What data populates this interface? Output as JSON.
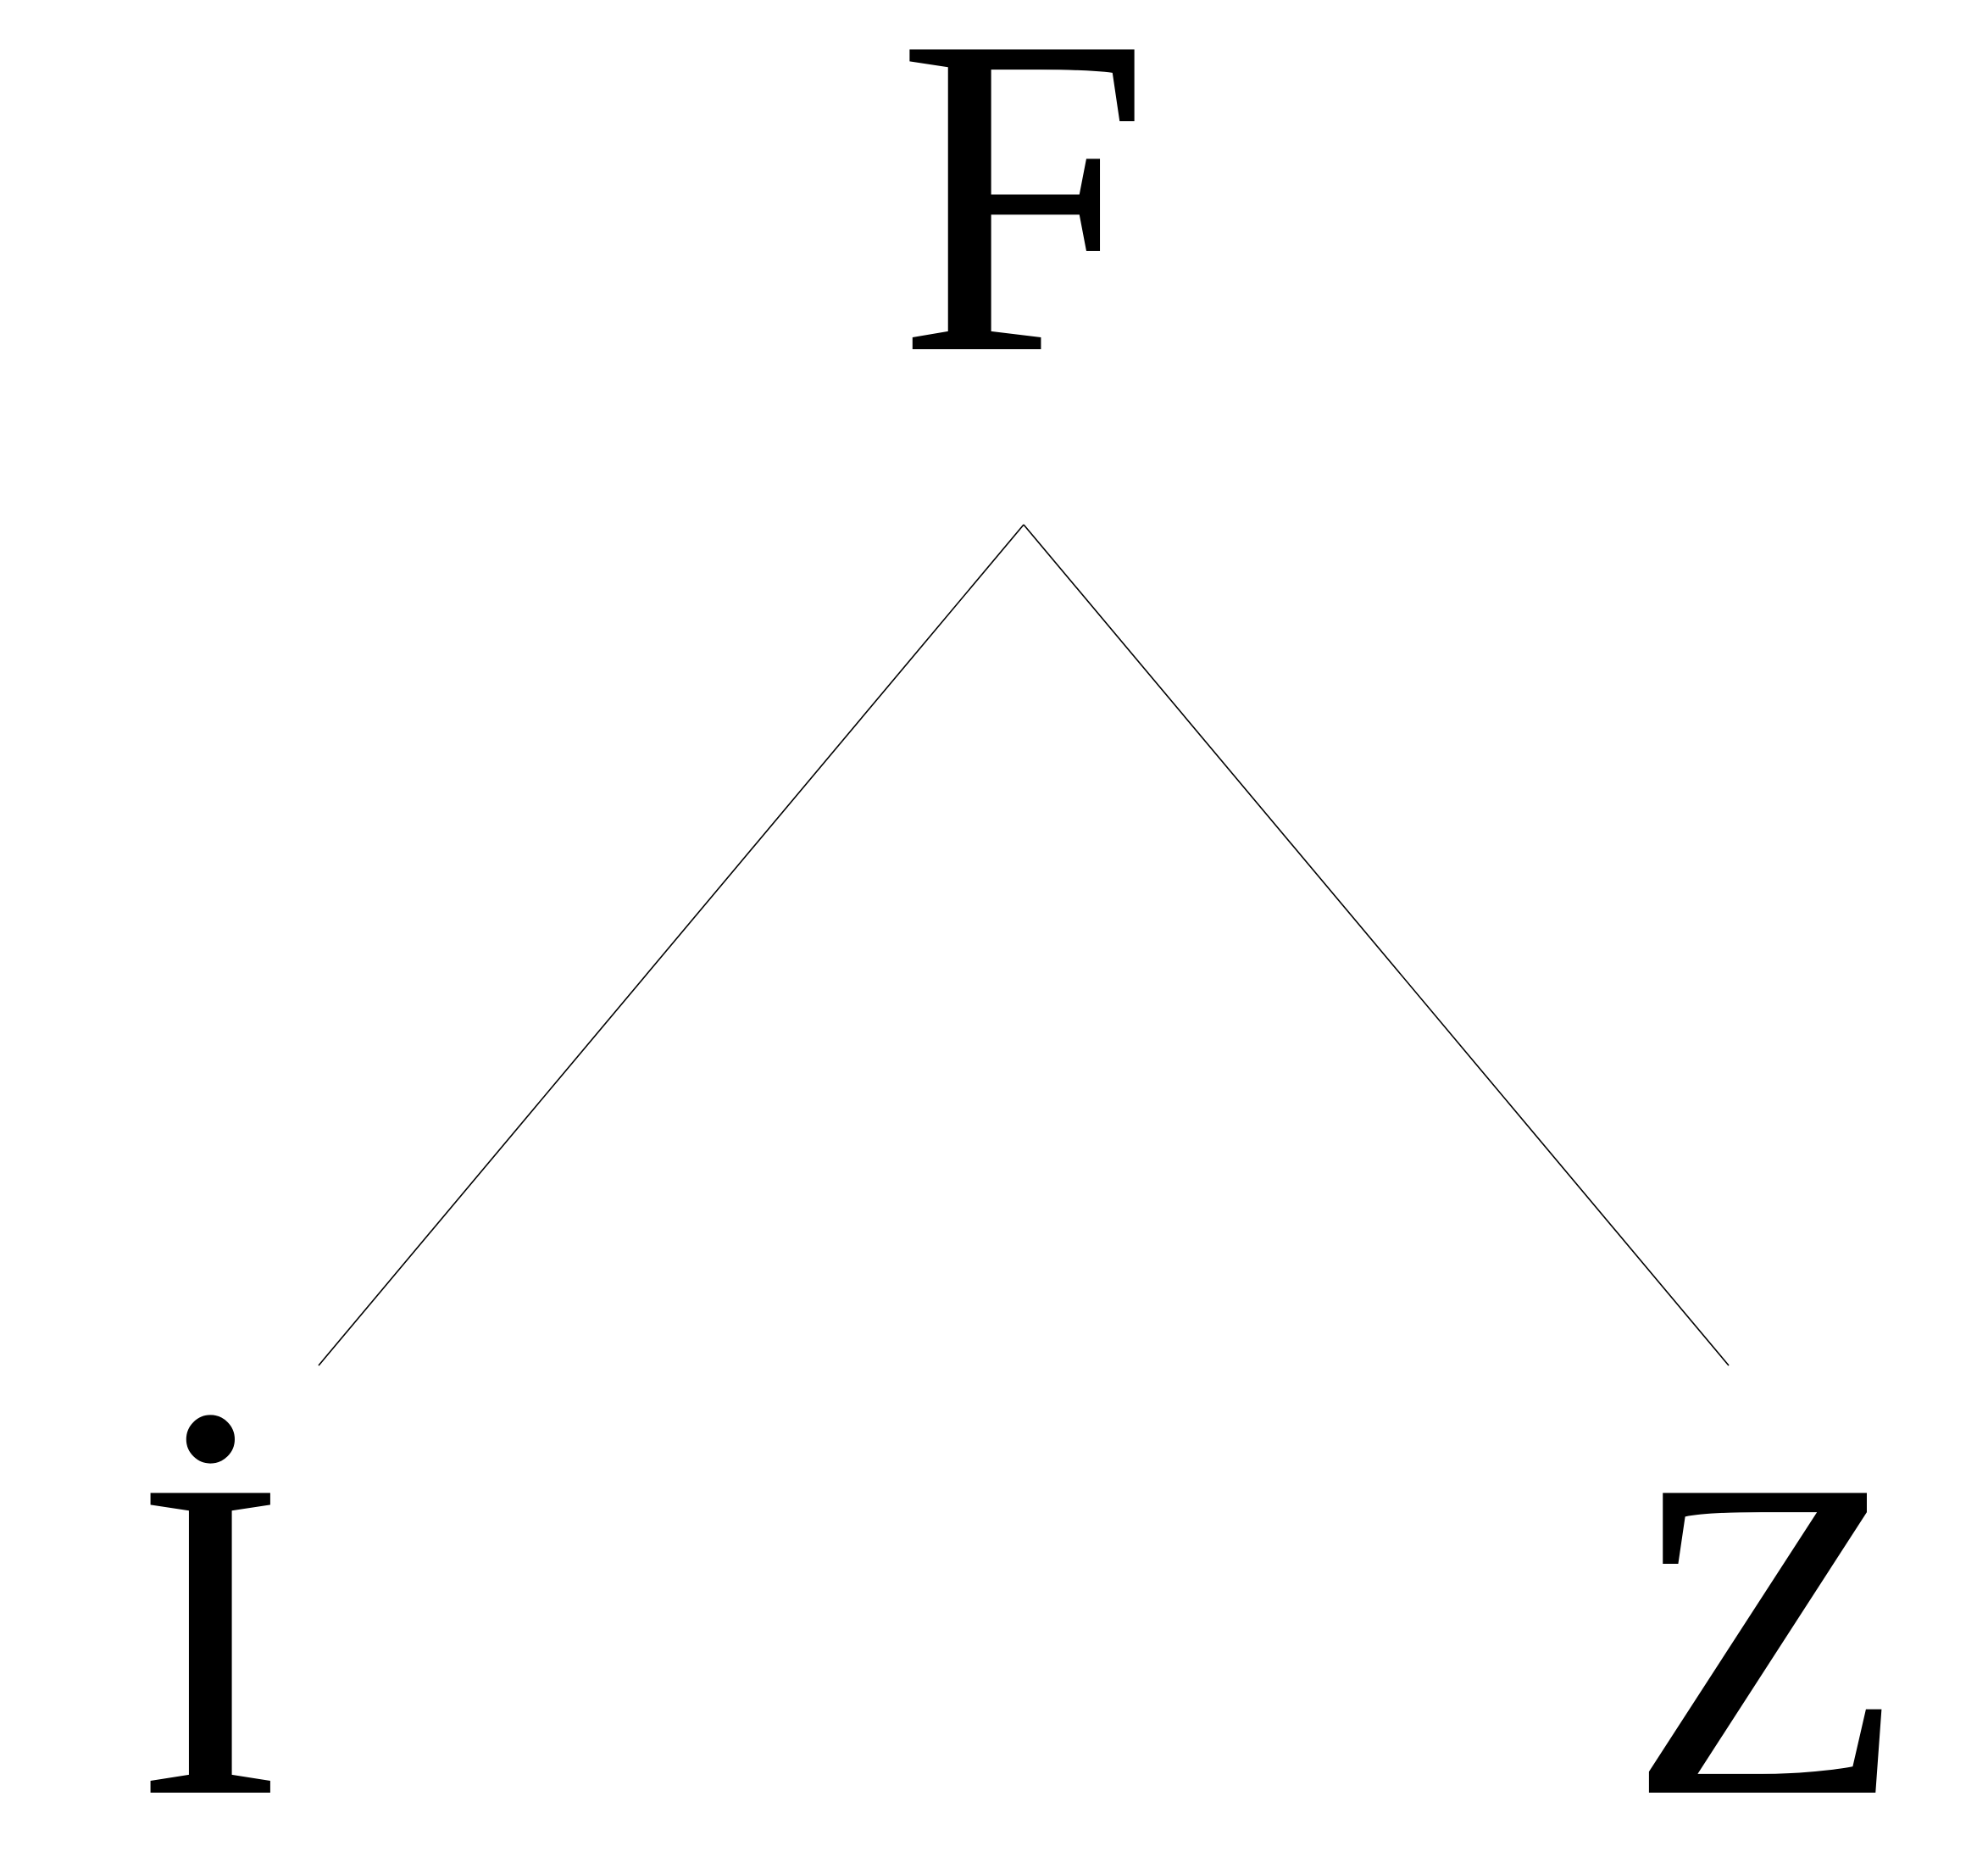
{
  "tree": {
    "root": {
      "label": "F"
    },
    "children": [
      {
        "label": "İ"
      },
      {
        "label": "Z"
      }
    ]
  },
  "colors": {
    "ink": "#000000",
    "background": "#ffffff"
  }
}
